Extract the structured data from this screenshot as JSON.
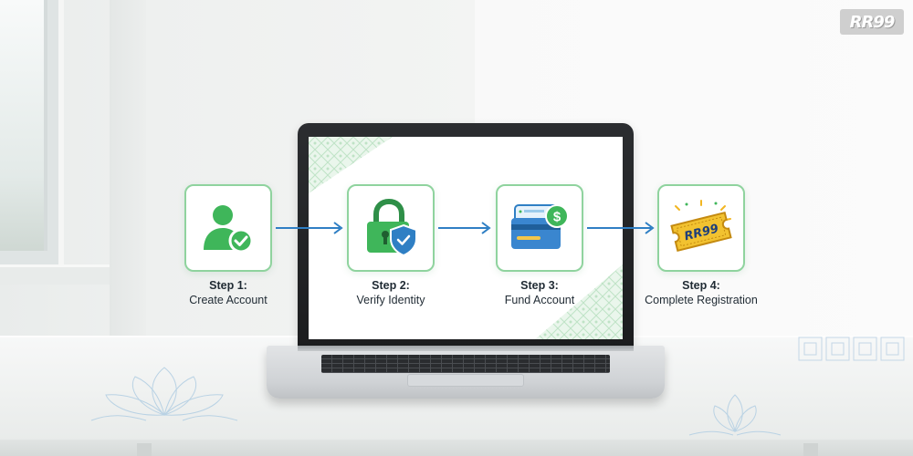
{
  "brand": {
    "logo_text": "RR99"
  },
  "steps": [
    {
      "title": "Step 1:",
      "label": "Create Account",
      "icon": "user-check-icon"
    },
    {
      "title": "Step 2:",
      "label": "Verify Identity",
      "icon": "padlock-shield-icon"
    },
    {
      "title": "Step 3:",
      "label": "Fund Account",
      "icon": "card-dollar-icon"
    },
    {
      "title": "Step 4:",
      "label": "Complete Registration",
      "icon": "ticket-icon"
    }
  ],
  "ticket_text": "RR99",
  "colors": {
    "accent_green": "#3fb65a",
    "card_border": "#8fd39e",
    "arrow_blue": "#2f7fc4",
    "text_dark": "#1f2a33"
  }
}
